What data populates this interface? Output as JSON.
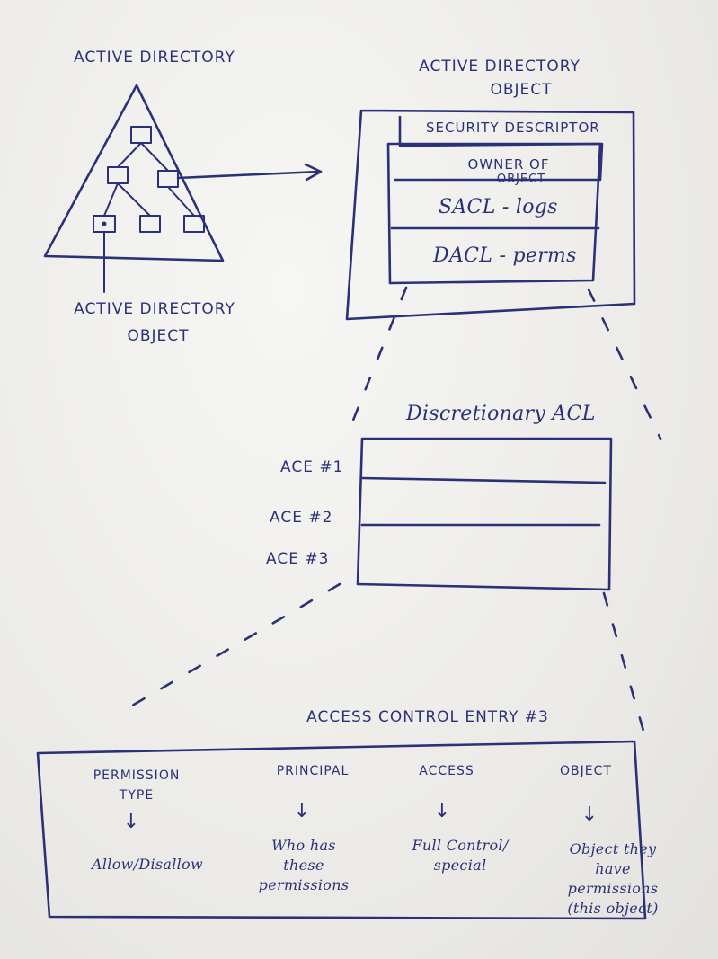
{
  "active_directory": {
    "title": "ACTIVE DIRECTORY",
    "object_label_line1": "ACTIVE DIRECTORY",
    "object_label_line2": "OBJECT"
  },
  "ad_object": {
    "title_line1": "ACTIVE DIRECTORY",
    "title_line2": "OBJECT",
    "security_descriptor": "SECURITY DESCRIPTOR",
    "owner_line1": "OWNER OF",
    "owner_line2": "OBJECT",
    "sacl": "SACL - logs",
    "dacl": "DACL - perms"
  },
  "dacl": {
    "title": "Discretionary ACL",
    "entries": [
      "ACE #1",
      "ACE #2",
      "ACE #3"
    ]
  },
  "ace3": {
    "title": "ACCESS CONTROL ENTRY #3",
    "columns": [
      {
        "header": "PERMISSION\nTYPE",
        "value": "Allow/Disallow"
      },
      {
        "header": "PRINCIPAL",
        "value": "Who has\nthese\npermissions"
      },
      {
        "header": "ACCESS",
        "value": "Full Control/\nspecial"
      },
      {
        "header": "OBJECT",
        "value": "Object they\nhave\npermissions\n(this object)"
      }
    ]
  }
}
